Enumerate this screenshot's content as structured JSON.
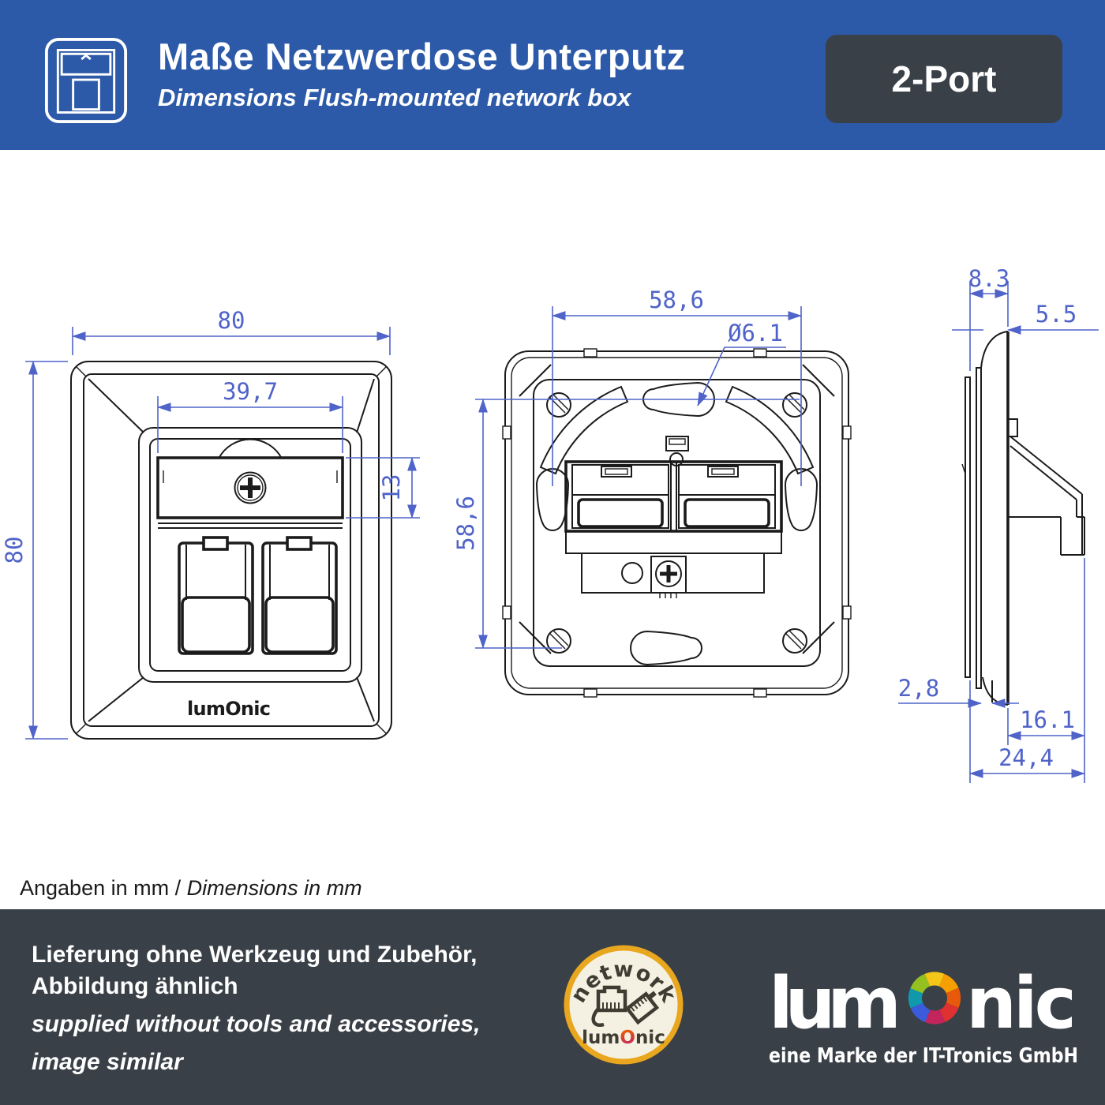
{
  "header": {
    "title": "Maße Netzwerdose Unterputz",
    "subtitle": "Dimensions Flush-mounted network box",
    "port_badge": "2-Port"
  },
  "front_view": {
    "dim_width": "80",
    "dim_height": "80",
    "dim_window_width": "39,7",
    "dim_window_height": "13",
    "brand": "lumOnic"
  },
  "back_view": {
    "dim_spacing_h": "58,6",
    "dim_spacing_v": "58,6",
    "dim_hole": "Ø6.1"
  },
  "side_view": {
    "dim_frame": "8.3",
    "dim_face": "5.5",
    "dim_lip": "2,8",
    "dim_claw": "16.1",
    "dim_depth": "24,4"
  },
  "note": {
    "de": "Angaben in mm",
    "sep": " / ",
    "en": "Dimensions in mm"
  },
  "footer": {
    "line1_de": "Lieferung ohne Werkzeug und Zubehör,",
    "line2_de": "Abbildung ähnlich",
    "line1_en": "supplied without tools and accessories,",
    "line2_en": "image similar",
    "badge": {
      "arc_text": "network",
      "brand_pre": "lum",
      "brand_o": "O",
      "brand_post": "nic"
    },
    "logo": {
      "pre": "lum",
      "post": "nic",
      "tagline": "eine Marke der IT-Tronics GmbH"
    }
  },
  "colors": {
    "header_blue": "#2d5aa8",
    "dark_slate": "#3a4047",
    "dimension_blue": "#4f63c9",
    "badge_gold": "#e9a61f",
    "badge_cream": "#f5f1e2"
  }
}
